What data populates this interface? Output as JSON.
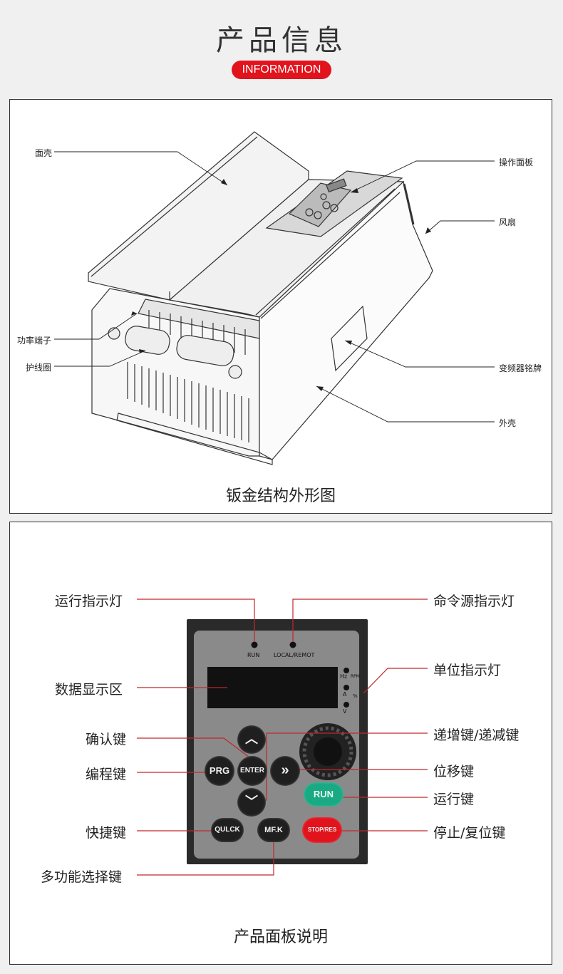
{
  "header": {
    "title": "产品信息",
    "subtitle": "INFORMATION"
  },
  "colors": {
    "accent": "#e1131c",
    "leader_line": "#c0272d",
    "panel_face": "#8a8a8a",
    "key": "#1f1f1f",
    "run_key": "#1aaa83",
    "stop_key": "#e1131c"
  },
  "structure": {
    "caption": "钣金结构外形图",
    "labels": {
      "cover": "面壳",
      "power_terminal": "功率端子",
      "wire_ring": "护线圈",
      "operation_panel": "操作面板",
      "fan": "风扇",
      "nameplate": "变频器铭牌",
      "housing": "外壳"
    }
  },
  "panel": {
    "caption": "产品面板说明",
    "labels": {
      "run_indicator": "运行指示灯",
      "data_display": "数据显示区",
      "confirm_key": "确认键",
      "program_key": "编程键",
      "shortcut_key": "快捷键",
      "multifunction_key": "多功能选择键",
      "command_source_indicator": "命令源指示灯",
      "unit_indicator": "单位指示灯",
      "up_down_key": "递增键/递减键",
      "shift_key": "位移键",
      "run_key": "运行键",
      "stop_reset_key": "停止/复位键"
    },
    "device": {
      "led_run": "RUN",
      "led_local": "LOCAL/REMOT",
      "unit_hz": "Hz",
      "unit_rpm": "RPM",
      "unit_a": "A",
      "unit_pct": "%",
      "unit_v": "V",
      "key_prg": "PRG",
      "key_enter": "ENTER",
      "key_quick": "QULCK",
      "key_mfk": "MF.K",
      "key_run": "RUN",
      "key_stop": "STOP/RES",
      "up_icon": "chevron-up-icon",
      "down_icon": "chevron-down-icon",
      "shift_icon": "double-chevron-right-icon"
    }
  }
}
